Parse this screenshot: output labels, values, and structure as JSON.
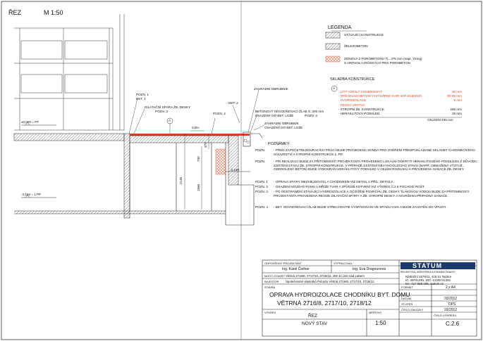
{
  "header": {
    "title": "ŘEZ",
    "scale": "M 1:50"
  },
  "legend": {
    "title": "LEGENDA",
    "items": [
      "STÁVAJÍCÍ KONSTRUKCE",
      "ŽELEZOBETON",
      "ZÓNOVÁ 2 POROBETONU TL. 375 mm (napr. Ytong)",
      "S ONTHOLI URČENÝCH PRO POROBETON"
    ]
  },
  "composition": {
    "title": "SKLADBA KONSTRUKCE",
    "marker": "A",
    "layers": [
      {
        "name": "- LITÝ ASFALT CHODNÍKOVÝ",
        "thick": "30 mm",
        "red": true
      },
      {
        "name": "- SPOJOVACÍ BETON VYZTUŽENÝ KARI SITÍ 6/100/100",
        "thick": "80-55 mm",
        "red": true
      },
      {
        "name": "- HYDROIZOLACE",
        "thick": "5 mm",
        "red": true
      },
      {
        "name": "- PEČÍCÍ VRSTVA",
        "thick": "",
        "red": true
      },
      {
        "name": "- STROPNÍ ŽB. KONSTRUKCE",
        "thick": "265 mm",
        "red": false
      },
      {
        "name": "- HERAKLITOVÝ PODHLED",
        "thick": "25 mm",
        "red": false
      }
    ],
    "total": "CELKEM 405 mm"
  },
  "notes": {
    "title": "POZNÁMKY:",
    "items": [
      {
        "key": "POZN.",
        "text": "- PŘED ZAPOČETÍM BOURACÍCH PRACÍ BUDE PROVEDENA SONDA PRO OVĚŘENÍ PŘEDPOKLÁDANÉ SKLADBY CHODNÍKOVÉHO SOUVRSTVÍ A STROPNÍ KONSTRUKCE 1. PP."
      },
      {
        "key": "POZN.",
        "text": "- PŘI REALIZACI BUDE ZA PŘÍTOMNOSTI PROJEKTANTA PROVEDENO LOKÁLNÍ ODKRYTÍ HERAKLITOVÉHO PODHLEDU Z DŮVODU ZJIŠTĚNÍ STAVU ŽB. STROPNÍ KONSTRUKCE. V PŘÍPADĚ ZJIŠTĚNÍ NEVYHOVUJÍCÍHO STAVU (NAPŘ. OBNAŽENÁ VÝZTUŽ, ODDROLENÝ BETON) BUDE VYBOURÁN HERAKLITOVÝ PODHLED V CELÉM ROZSAHU A PROVEDENA SANACE ŽB. DESKY."
      },
      {
        "key": "POZN. 1",
        "text": "- OPRAVA SPÁRY MEZI BUDOVOU A CHODNÍKEM VIZ DETAIL 1 PŘÍL. DETAILY."
      },
      {
        "key": "POZN. 2",
        "text": "- OSAZENÍ NOVÉHO RÁMU A MŘÍŽE TVAR A ZPŮSOB KOTVENÍ VIZ VÝKRES C.2.9 POCHOZÍ ROŠT"
      },
      {
        "key": "POZN. 3",
        "text": "- PO ODSTRANĚNÍ STÁVAJÍCÍ HYDROIZOLACE A OČIŠTĚNÍ POVRCHU ŽB. DESKY TLAKOVOU VODOU BUDE ZA PŘÍTOMNOSTI PROJEKTANTA PROVEDENA REVIZE DILATAČNÍ SPÁRY A ŽB. STROPNÍ DESKY A NAVRŽENA PŘÍPADNÁ SANACE."
      },
      {
        "key": "POZN. 4",
        "text": "- BET. ODVODŇOVACÍ ŽLAB BUDE STŘECHOVITÉ VYSPÁDOVÁN VE SPÁDU 0,5% A BUDE ZAÚSTĚN DO VPUSTI."
      }
    ]
  },
  "drawing": {
    "elevation_top": "±0,000 = PT",
    "elevation_bottom": "-3,150 = 1.PP",
    "elevation_right": "-2,150",
    "slope": "0,5%",
    "marker": "A",
    "dims": [
      "2145",
      "730",
      "1560",
      "375"
    ],
    "labels": {
      "pozn1": "POZN. 1",
      "det1": "DET. 1",
      "dilat": "DILATAČNÍ SPÁRA ŽB. DESKY",
      "pozn3": "POZN. 3",
      "pozn2": "POZN. 2",
      "det2": "DET. 2",
      "zahr1": "ZAHRADNÍ OBRUBNÍK",
      "zlab": "BETONOVÝ ODVODŇOVACÍ ŽLAB Š. 200 mm",
      "osaz1": "OSAZENÝ DO BET. LOŽE",
      "pozn4": "POZN. 4",
      "zahr2": "ZAHRADNÍ OBRUBNÍK",
      "osaz2": "OSAZENÝ DO BET. LOŽE"
    }
  },
  "title_block": {
    "author_label": "ODPOVĚDNÝ PROJEKTANT",
    "author": "Ing. Karel Čiefner",
    "drawn_label": "VYPRACOVAL",
    "drawn": "Ing. Eva Dragounová",
    "site_label": "MÍSTO STAVBY",
    "site": "Větrná 2716/8, 2717/10, 2718/12, 400 11 Ústí nad Labem",
    "investor_label": "INVESTOR",
    "investor": "Společenství vlastníků Pohodu Větrná 2716/8, 2717/10, 2718/12",
    "project_label": "STAVBA",
    "project_line1": "OPRAVA HYDROIZOLACE CHODNÍKU BYT. DOMU",
    "project_line2": "VĚTRNÁ 2716/8, 2717/10, 2718/12",
    "drawing_label": "VÝKRES",
    "drawing_line1": "ŘEZ",
    "drawing_line2": "NOVÝ STAV",
    "scale_label": "MĚŘÍTKO",
    "scale": "1:50",
    "company": "STATUM",
    "company_tag": "PROJEKTOVÁ, INŽENÝRSKÁ A STAVEBNÍ ČINNOST",
    "address1": "Nádražní 1579/11, 415 01 Teplice",
    "address2": "IČ: 28741391, DIČ: CZ28741391",
    "address3": "tel.: 417 558 186, statum.cz",
    "format_label": "FORMÁT",
    "format": "2 x A4",
    "date_label": "DATUM",
    "date": "03/2012",
    "stage_label": "STUPEŇ",
    "stage": "DPS",
    "order_label": "ČÍSLO ZAKÁZKY",
    "order": "03/2012",
    "sheet_label": "ČÍSLO VÝKRESU",
    "sheet": "C.2.6"
  },
  "colors": {
    "hydro": "#e0401c",
    "poro": "#e06a4a"
  }
}
